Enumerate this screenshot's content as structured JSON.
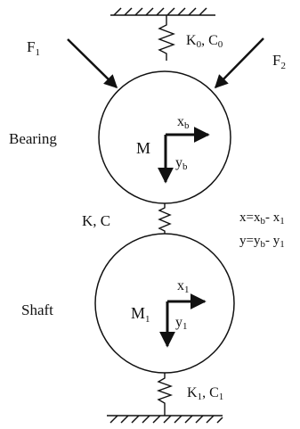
{
  "colors": {
    "stroke": "#111111",
    "background": "#ffffff"
  },
  "forces": {
    "f1": {
      "base": "F",
      "sub": "1"
    },
    "f2": {
      "base": "F",
      "sub": "2"
    }
  },
  "springs": {
    "top": {
      "k": "K",
      "k_sub": "0",
      "c": "C",
      "c_sub": "0"
    },
    "middle": {
      "text": "K, C"
    },
    "bottom": {
      "k": "K",
      "k_sub": "1",
      "c": "C",
      "c_sub": "1"
    }
  },
  "bearing": {
    "label": "Bearing",
    "mass": "M",
    "x_axis": {
      "base": "x",
      "sub": "b"
    },
    "y_axis": {
      "base": "y",
      "sub": "b"
    }
  },
  "shaft": {
    "label": "Shaft",
    "mass": {
      "base": "M",
      "sub": "1"
    },
    "x_axis": {
      "base": "x",
      "sub": "1"
    },
    "y_axis": {
      "base": "y",
      "sub": "1"
    }
  },
  "relations": {
    "x": {
      "lhs": "x=",
      "a": "x",
      "a_sub": "b",
      "sep": "- ",
      "b": "x",
      "b_sub": "1"
    },
    "y": {
      "lhs": "y=",
      "a": "y",
      "a_sub": "b",
      "sep": "- ",
      "b": "y",
      "b_sub": "1"
    }
  }
}
